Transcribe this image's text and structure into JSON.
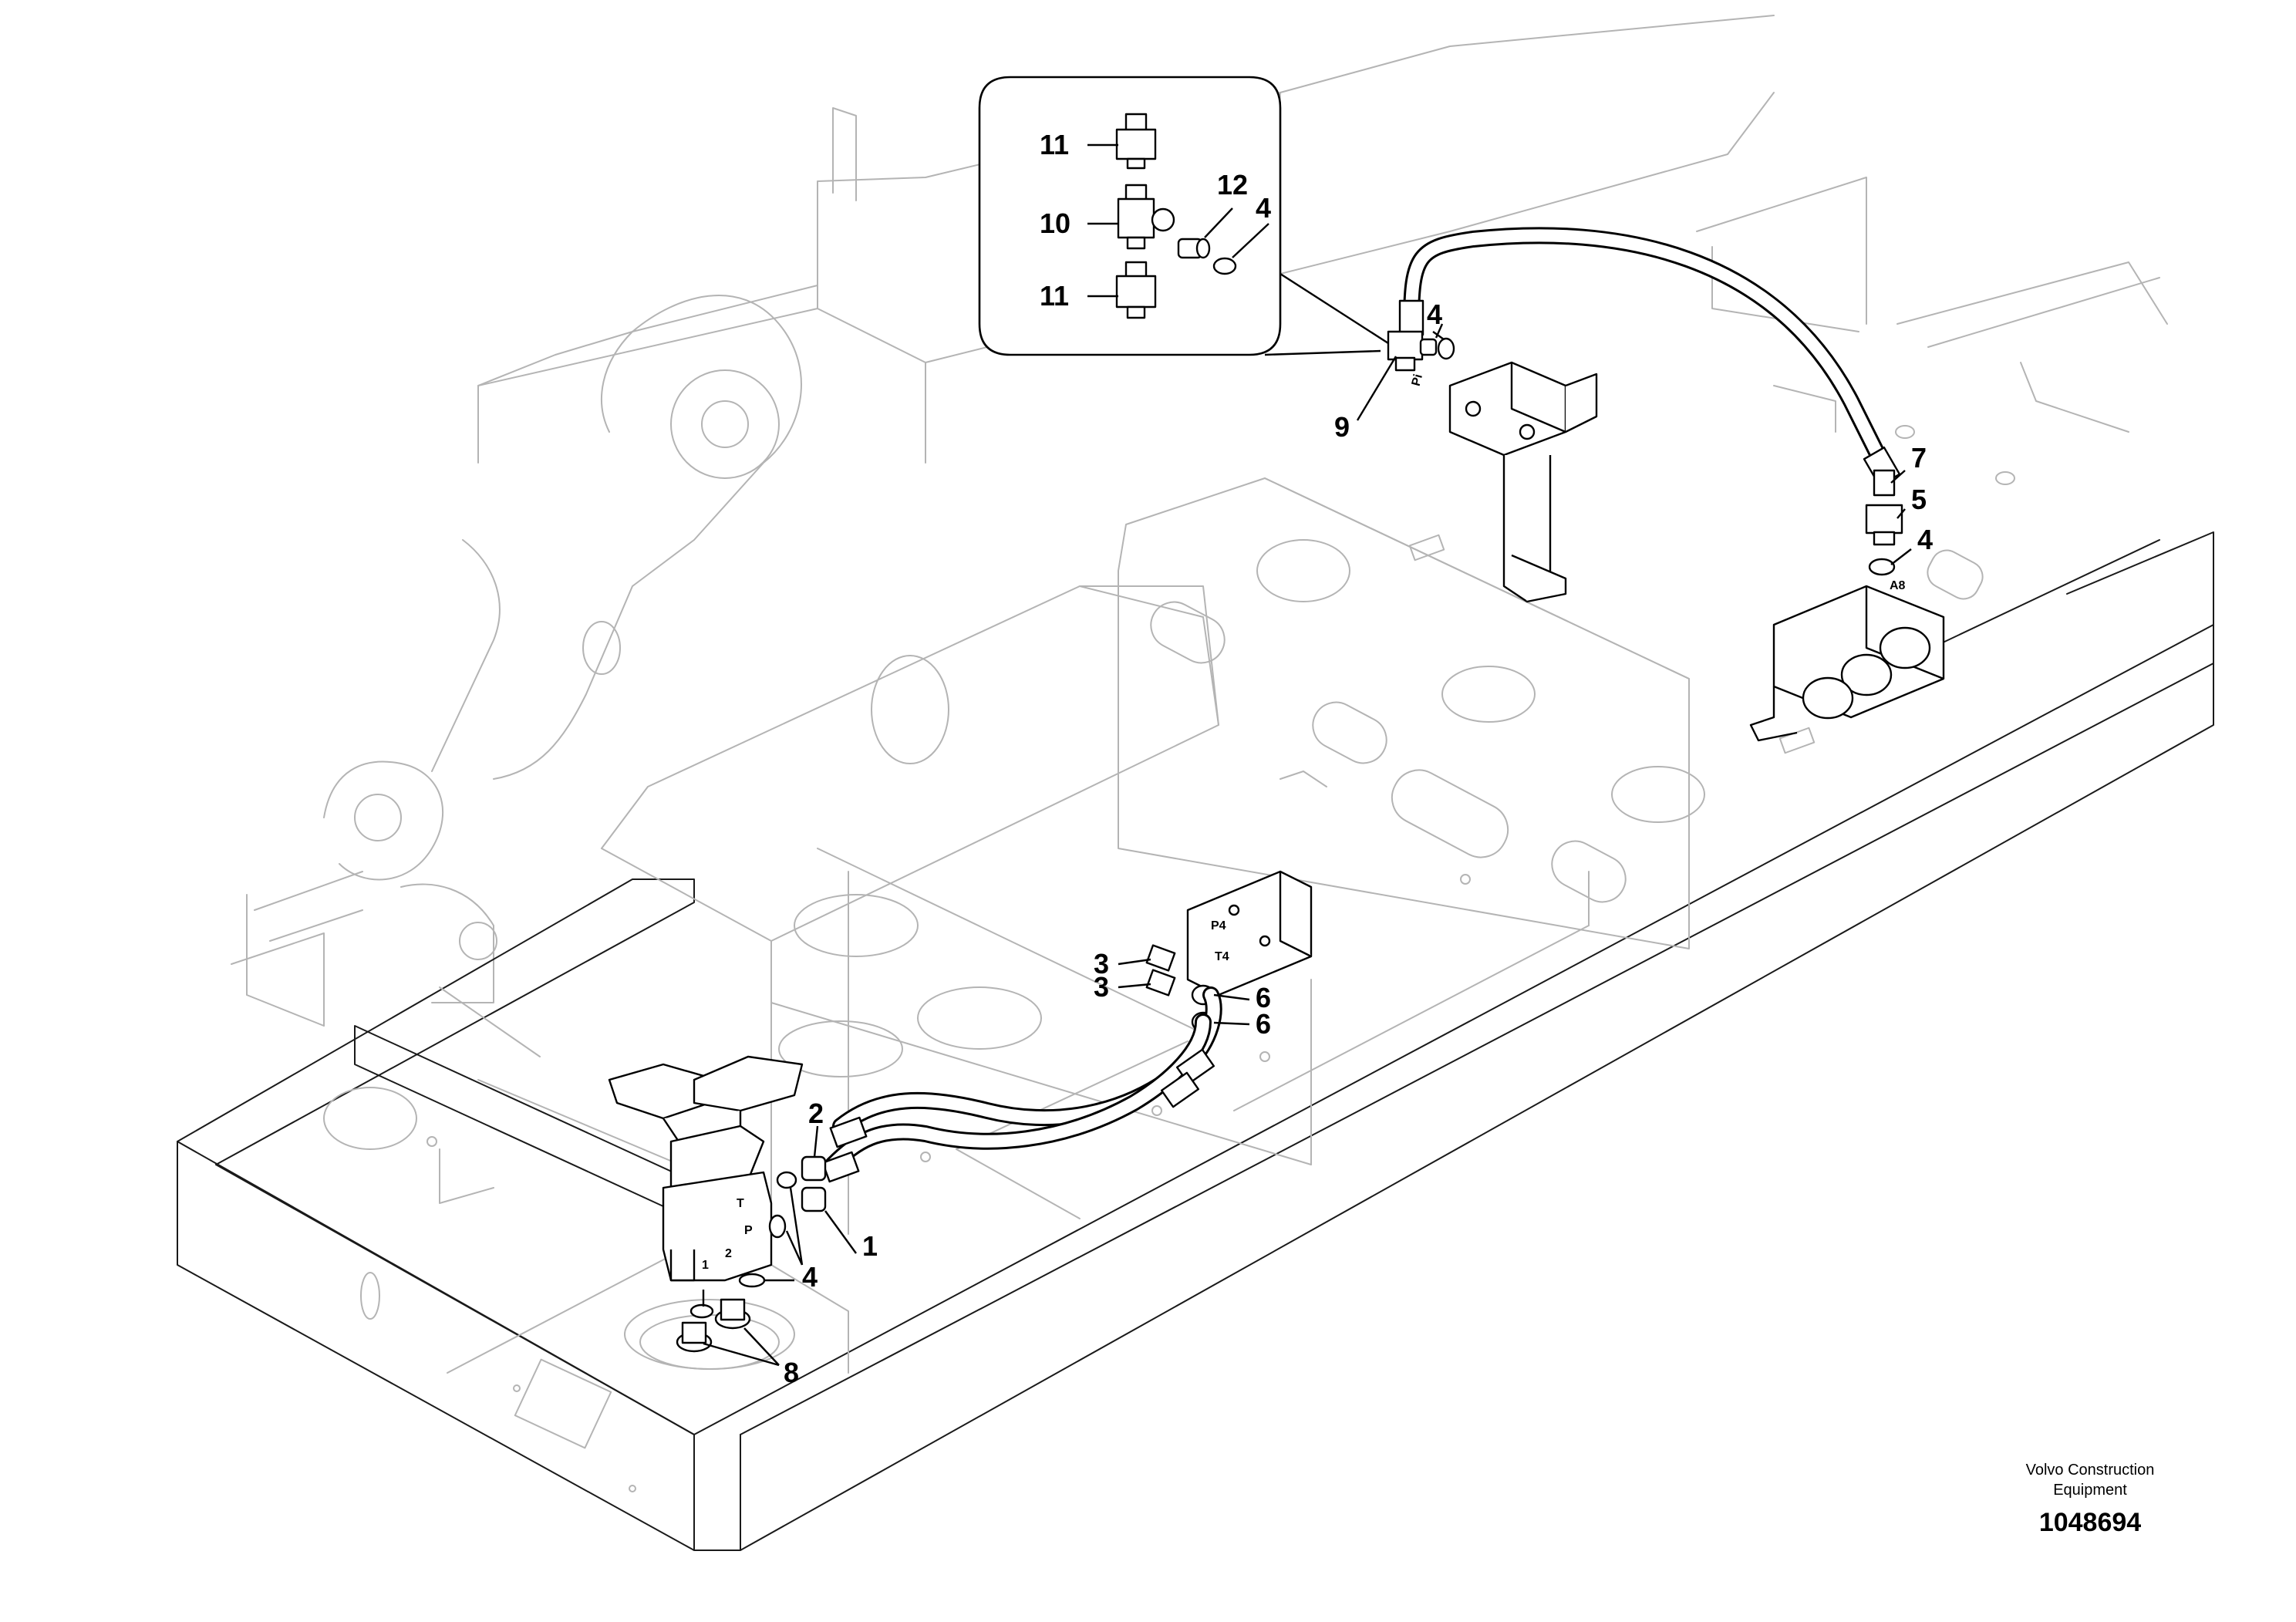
{
  "callouts": {
    "inset_11a": "11",
    "inset_10": "10",
    "inset_12": "12",
    "inset_4": "4",
    "inset_11b": "11",
    "c9": "9",
    "c4_top": "4",
    "c7": "7",
    "c5": "5",
    "c4_right": "4",
    "c3a": "3",
    "c3b": "3",
    "c6a": "6",
    "c6b": "6",
    "c2": "2",
    "c1": "1",
    "c4_bottom": "4",
    "c8": "8"
  },
  "port_labels": {
    "pi": "Pi",
    "a8": "A8",
    "p4": "P4",
    "t4": "T4",
    "t": "T",
    "p": "P",
    "one": "1",
    "two": "2"
  },
  "footer": {
    "brand_line1": "Volvo Construction",
    "brand_line2": "Equipment",
    "part_number": "1048694"
  }
}
